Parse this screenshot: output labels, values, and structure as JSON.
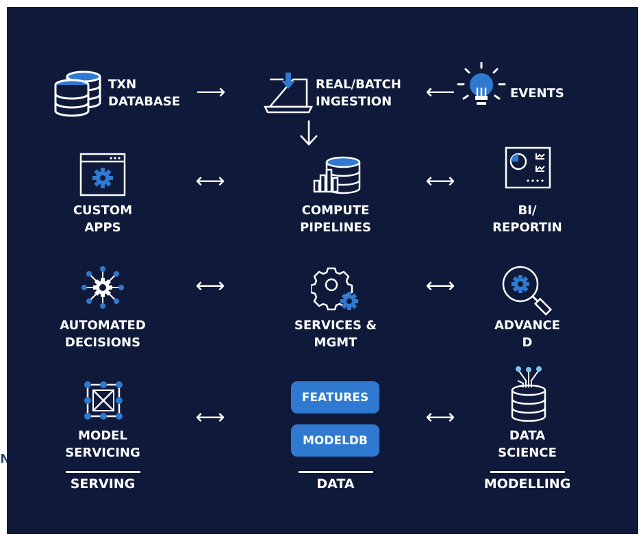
{
  "nodes": {
    "txn_database": [
      "TXN",
      "DATABASE"
    ],
    "ingestion": [
      "REAL/BATCH",
      "INGESTION"
    ],
    "events": [
      "EVENTS"
    ],
    "custom_apps": [
      "CUSTOM",
      "APPS"
    ],
    "compute_pipelines": [
      "COMPUTE",
      "PIPELINES"
    ],
    "bi_reporting": [
      "BI/",
      "REPORTIN"
    ],
    "automated_decisions": [
      "AUTOMATED",
      "DECISIONS"
    ],
    "services_mgmt": [
      "SERVICES &",
      "MGMT"
    ],
    "advanced": [
      "ADVANCE",
      "D"
    ],
    "model_servicing": [
      "MODEL",
      "SERVICING"
    ],
    "data_science": [
      "DATA",
      "SCIENCE"
    ]
  },
  "data_pills": {
    "features": "FEATURES",
    "modeldb": "MODELDB"
  },
  "footers": {
    "serving": "SERVING",
    "data": "DATA",
    "modelling": "MODELLING"
  },
  "arrows": {
    "right": "⟶",
    "left": "⟵",
    "both": "⟷"
  },
  "edge_mark": "N",
  "colors": {
    "background": "#0f1a3a",
    "accent": "#2f7ad0",
    "light_accent": "#7ec3f0",
    "text": "#ffffff"
  },
  "icons": {
    "txn_database": "database-icon",
    "ingestion": "laptop-download-icon",
    "events": "lightbulb-icon",
    "custom_apps": "app-window-gear-icon",
    "compute_pipelines": "database-bar-chart-icon",
    "bi_reporting": "dashboard-icon",
    "automated_decisions": "network-gear-icon",
    "services_mgmt": "gears-icon",
    "advanced": "magnifier-gear-icon",
    "model_servicing": "model-network-icon",
    "data_science": "database-sparkle-icon"
  }
}
